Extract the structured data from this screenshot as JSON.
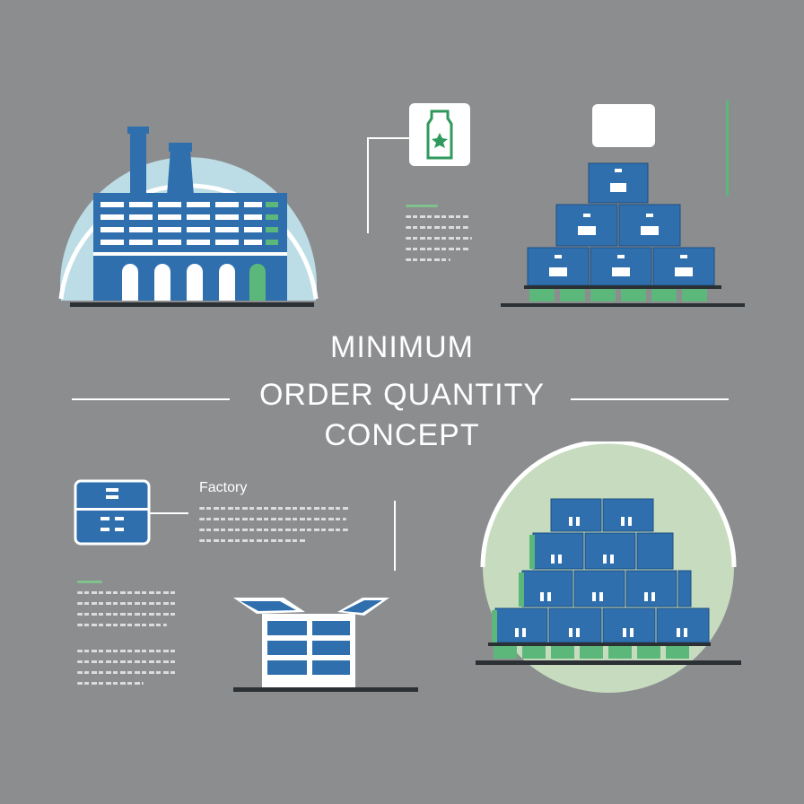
{
  "title": {
    "line1": "MINIMUM",
    "line2": "ORDER QUANTITY",
    "line3": "CONCEPT"
  },
  "labels": {
    "factory": "Factory"
  },
  "colors": {
    "background": "#8c8d8f",
    "blue": "#2f6fae",
    "green": "#5cb87a",
    "light_blue": "#bcdde6",
    "light_green": "#c7dcbf",
    "white": "#ffffff",
    "dark": "#2b3035"
  },
  "icons": [
    "factory-icon",
    "bottle-icon",
    "pallet-pyramid-icon",
    "box-sign-icon",
    "open-box-icon",
    "large-pallet-stack-icon"
  ]
}
